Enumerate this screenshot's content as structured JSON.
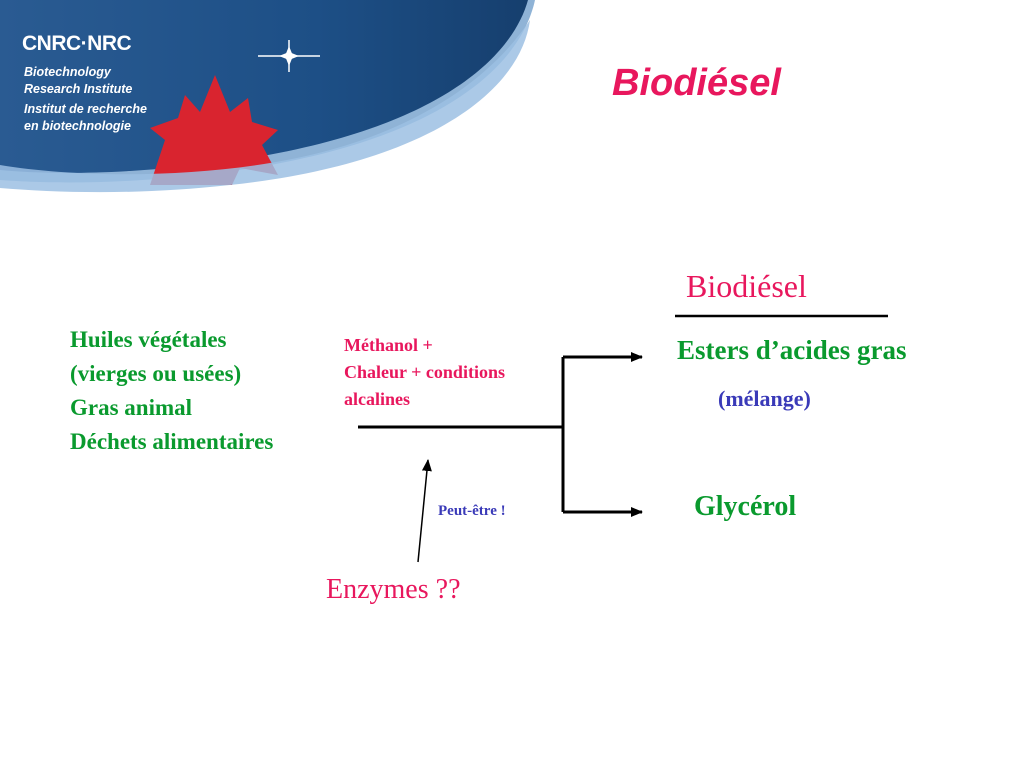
{
  "header": {
    "logo_mark": "CNRC·NRC",
    "institute_en_1": "Biotechnology",
    "institute_en_2": "Research Institute",
    "institute_fr_1": "Institut de recherche",
    "institute_fr_2": "en biotechnologie",
    "title": "Biodiésel"
  },
  "feedstocks": [
    "Huiles végétales",
    "(vierges ou usées)",
    "Gras animal",
    "Déchets alimentaires"
  ],
  "reagents": [
    "Méthanol +",
    "Chaleur + conditions",
    "alcalines"
  ],
  "product_heading": "Biodiésel",
  "products": {
    "esters": "Esters d’acides gras",
    "esters_note": "(mélange)",
    "glycerol": "Glycérol"
  },
  "catalyst": {
    "note": "Peut-être !",
    "label": "Enzymes ??"
  },
  "colors": {
    "title": "#e8175d",
    "green": "#0a9a2e",
    "blue": "#3a3ab8",
    "banner_blue": "#1d4f86",
    "maple_red": "#d9242f"
  }
}
